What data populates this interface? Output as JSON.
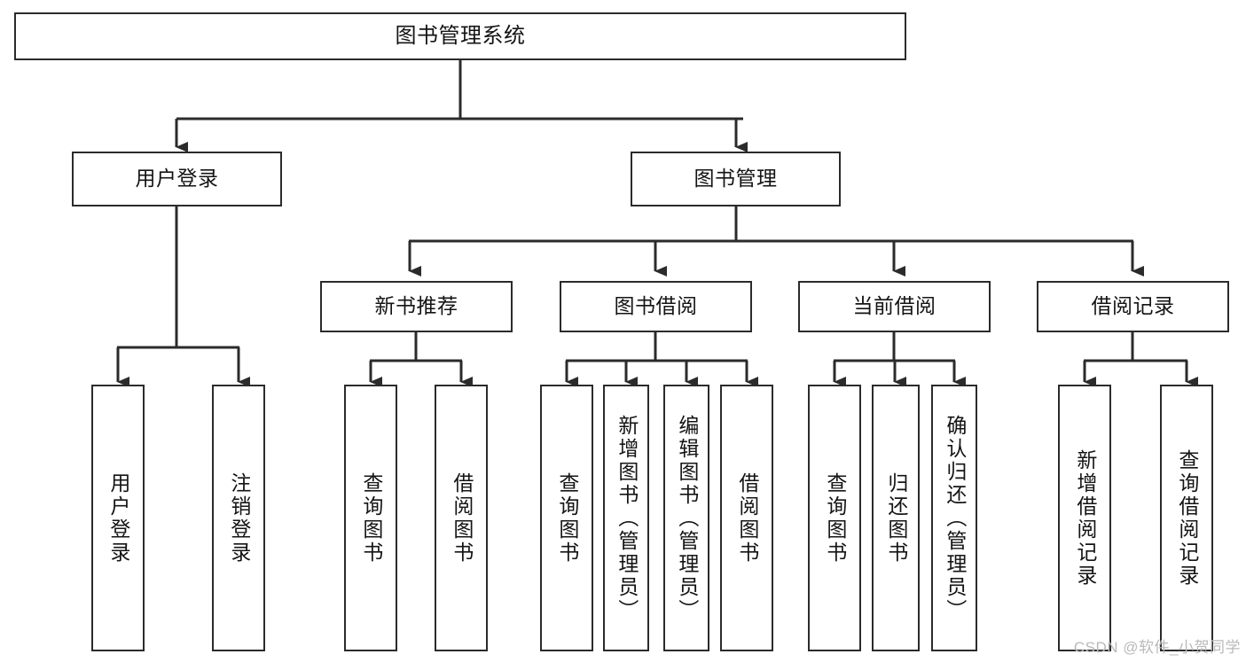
{
  "diagram": {
    "title": "图书管理系统",
    "type": "tree-hierarchy-chart",
    "root": {
      "id": "root",
      "label": "图书管理系统",
      "orientation": "horizontal"
    },
    "level2": [
      {
        "id": "user-login",
        "label": "用户登录",
        "orientation": "horizontal"
      },
      {
        "id": "book-manage",
        "label": "图书管理",
        "orientation": "horizontal"
      }
    ],
    "level3": [
      {
        "id": "new-book-recommend",
        "label": "新书推荐",
        "orientation": "horizontal",
        "parent": "book-manage"
      },
      {
        "id": "book-borrow",
        "label": "图书借阅",
        "orientation": "horizontal",
        "parent": "book-manage"
      },
      {
        "id": "current-borrow",
        "label": "当前借阅",
        "orientation": "horizontal",
        "parent": "book-manage"
      },
      {
        "id": "borrow-record",
        "label": "借阅记录",
        "orientation": "horizontal",
        "parent": "book-manage"
      }
    ],
    "leaves": [
      {
        "id": "leaf-user-login",
        "label": "用户登录",
        "orientation": "vertical",
        "parent": "user-login"
      },
      {
        "id": "leaf-logout",
        "label": "注销登录",
        "orientation": "vertical",
        "parent": "user-login"
      },
      {
        "id": "leaf-query-book-1",
        "label": "查询图书",
        "orientation": "vertical",
        "parent": "new-book-recommend"
      },
      {
        "id": "leaf-borrow-book-1",
        "label": "借阅图书",
        "orientation": "vertical",
        "parent": "new-book-recommend"
      },
      {
        "id": "leaf-query-book-2",
        "label": "查询图书",
        "orientation": "vertical",
        "parent": "book-borrow"
      },
      {
        "id": "leaf-add-book",
        "label": "新增图书（管理员）",
        "orientation": "vertical",
        "parent": "book-borrow"
      },
      {
        "id": "leaf-edit-book",
        "label": "编辑图书（管理员）",
        "orientation": "vertical",
        "parent": "book-borrow"
      },
      {
        "id": "leaf-borrow-book-2",
        "label": "借阅图书",
        "orientation": "vertical",
        "parent": "book-borrow"
      },
      {
        "id": "leaf-query-book-3",
        "label": "查询图书",
        "orientation": "vertical",
        "parent": "current-borrow"
      },
      {
        "id": "leaf-return-book",
        "label": "归还图书",
        "orientation": "vertical",
        "parent": "current-borrow"
      },
      {
        "id": "leaf-confirm-return",
        "label": "确认归还（管理员）",
        "orientation": "vertical",
        "parent": "current-borrow"
      },
      {
        "id": "leaf-add-record",
        "label": "新增借阅记录",
        "orientation": "vertical",
        "parent": "borrow-record"
      },
      {
        "id": "leaf-query-record",
        "label": "查询借阅记录",
        "orientation": "vertical",
        "parent": "borrow-record"
      }
    ],
    "colors": {
      "stroke": "#2b2b2b",
      "fill": "#ffffff",
      "text": "#141414",
      "watermark": "#b9b9b9"
    }
  },
  "watermark": {
    "text": "CSDN @软件_小贺同学"
  }
}
